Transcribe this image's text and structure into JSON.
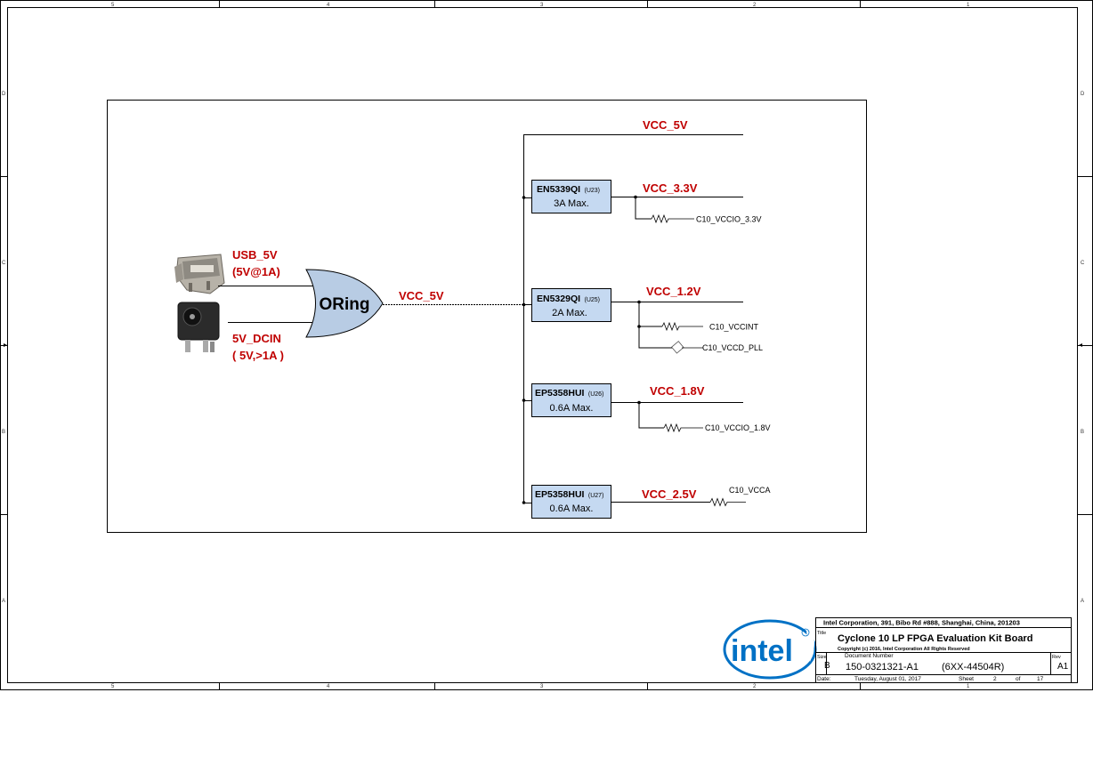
{
  "zones": {
    "columns": [
      "5",
      "4",
      "3",
      "2",
      "1"
    ],
    "rows": [
      "D",
      "C",
      "B",
      "A"
    ]
  },
  "diagram": {
    "inputs": {
      "usb": {
        "net": "USB_5V",
        "rating": "(5V@1A)"
      },
      "dc": {
        "net": "5V_DCIN",
        "rating": "( 5V,>1A )"
      }
    },
    "oring": {
      "label": "ORing",
      "output_net": "VCC_5V"
    },
    "top_rail": {
      "net": "VCC_5V"
    },
    "regulators": [
      {
        "part": "EN5339QI",
        "ref": "(U23)",
        "max": "3A Max.",
        "net": "VCC_3.3V",
        "loads": [
          "C10_VCCIO_3.3V"
        ]
      },
      {
        "part": "EN5329QI",
        "ref": "(U25)",
        "max": "2A  Max.",
        "net": "VCC_1.2V",
        "loads": [
          "C10_VCCINT",
          "C10_VCCD_PLL"
        ]
      },
      {
        "part": "EP5358HUI",
        "ref": "(U26)",
        "max": "0.6A Max.",
        "net": "VCC_1.8V",
        "loads": [
          "C10_VCCIO_1.8V"
        ]
      },
      {
        "part": "EP5358HUI",
        "ref": "(U27)",
        "max": "0.6A Max.",
        "net": "VCC_2.5V",
        "loads": [
          "C10_VCCA"
        ]
      }
    ]
  },
  "title_block": {
    "company": "Intel Corporation, 391, Bibo Rd #888, Shanghai, China, 201203",
    "logo_text": "intel",
    "title_label": "Title",
    "title": "Cyclone 10 LP FPGA Evaluation Kit Board",
    "copyright": "Copyright (c) 2016, Intel Corporation  All Rights Reserved",
    "size_label": "Size",
    "size": "B",
    "docnum_label": "Document Number",
    "docnum": "150-0321321-A1",
    "docnum_alt": "(6XX-44504R)",
    "rev_label": "Rev",
    "rev": "A1",
    "date_label": "Date:",
    "date": "Tuesday, August 01, 2017",
    "sheet_label": "Sheet",
    "sheet": "2",
    "of_label": "of",
    "total_sheets": "17"
  },
  "colors": {
    "net": "#c00000",
    "regulator_fill": "#c5d9f1",
    "oring_fill": "#b8cce4",
    "intel_blue": "#0071c5"
  }
}
